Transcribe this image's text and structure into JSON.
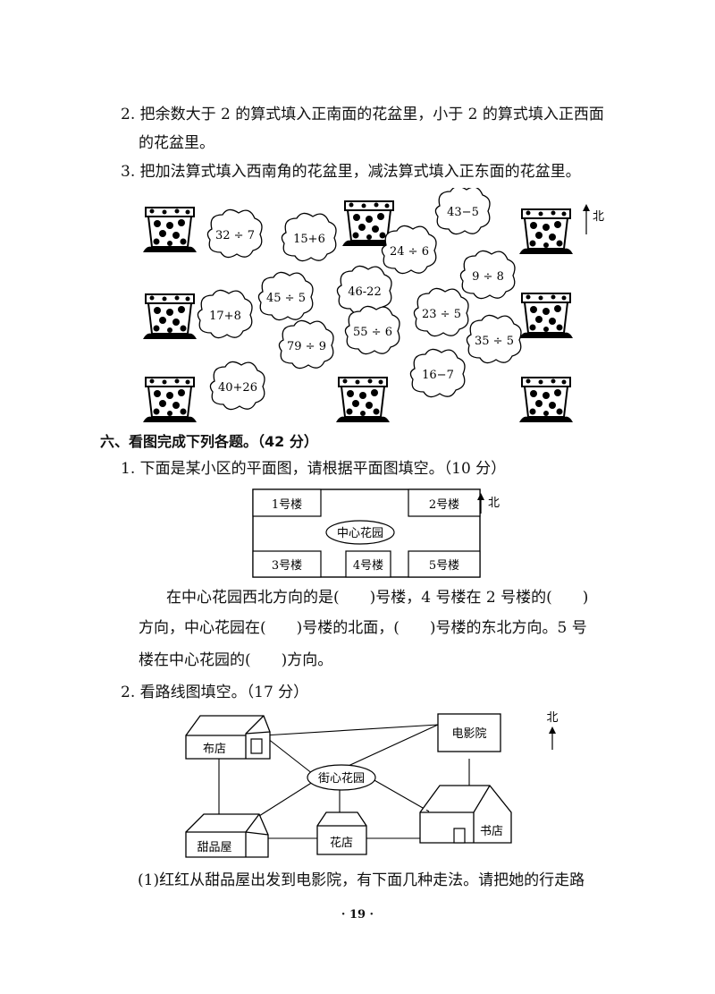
{
  "q5": {
    "item2_line1": "2. 把余数大于 2 的算式填入正南面的花盆里，小于 2 的算式填入正西面",
    "item2_line2": "的花盆里。",
    "item3": "3. 把加法算式填入西南角的花盆里，减法算式填入正东面的花盆里。",
    "north": "北",
    "clouds": [
      "32 ÷ 7",
      "15+6",
      "43−5",
      "24 ÷ 6",
      "45 ÷ 5",
      "46-22",
      "9 ÷ 8",
      "17+8",
      "23 ÷ 5",
      "55 ÷ 6",
      "79 ÷ 9",
      "35 ÷ 5",
      "40+26",
      "16−7"
    ]
  },
  "section6": {
    "heading": "六、看图完成下列各题。（42 分）",
    "q1": {
      "title": "1. 下面是某小区的平面图，请根据平面图填空。（10 分）",
      "north": "北",
      "buildings": [
        "1号楼",
        "2号楼",
        "3号楼",
        "4号楼",
        "5号楼"
      ],
      "garden": "中心花园",
      "text_line1": "在中心花园西北方向的是(　　)号楼，4 号楼在 2 号楼的(　　)",
      "text_line2": "方向，中心花园在(　　)号楼的北面，(　　)号楼的东北方向。5 号",
      "text_line3": "楼在中心花园的(　　)方向。"
    },
    "q2": {
      "title": "2. 看路线图填空。（17 分）",
      "north": "北",
      "places": {
        "cloth": "布店",
        "cinema": "电影院",
        "garden": "街心花园",
        "sweet": "甜品屋",
        "flower": "花店",
        "book": "书店"
      },
      "sub1": "(1)红红从甜品屋出发到电影院，有下面几种走法。请把她的行走路"
    }
  },
  "page_number": "· 19 ·"
}
